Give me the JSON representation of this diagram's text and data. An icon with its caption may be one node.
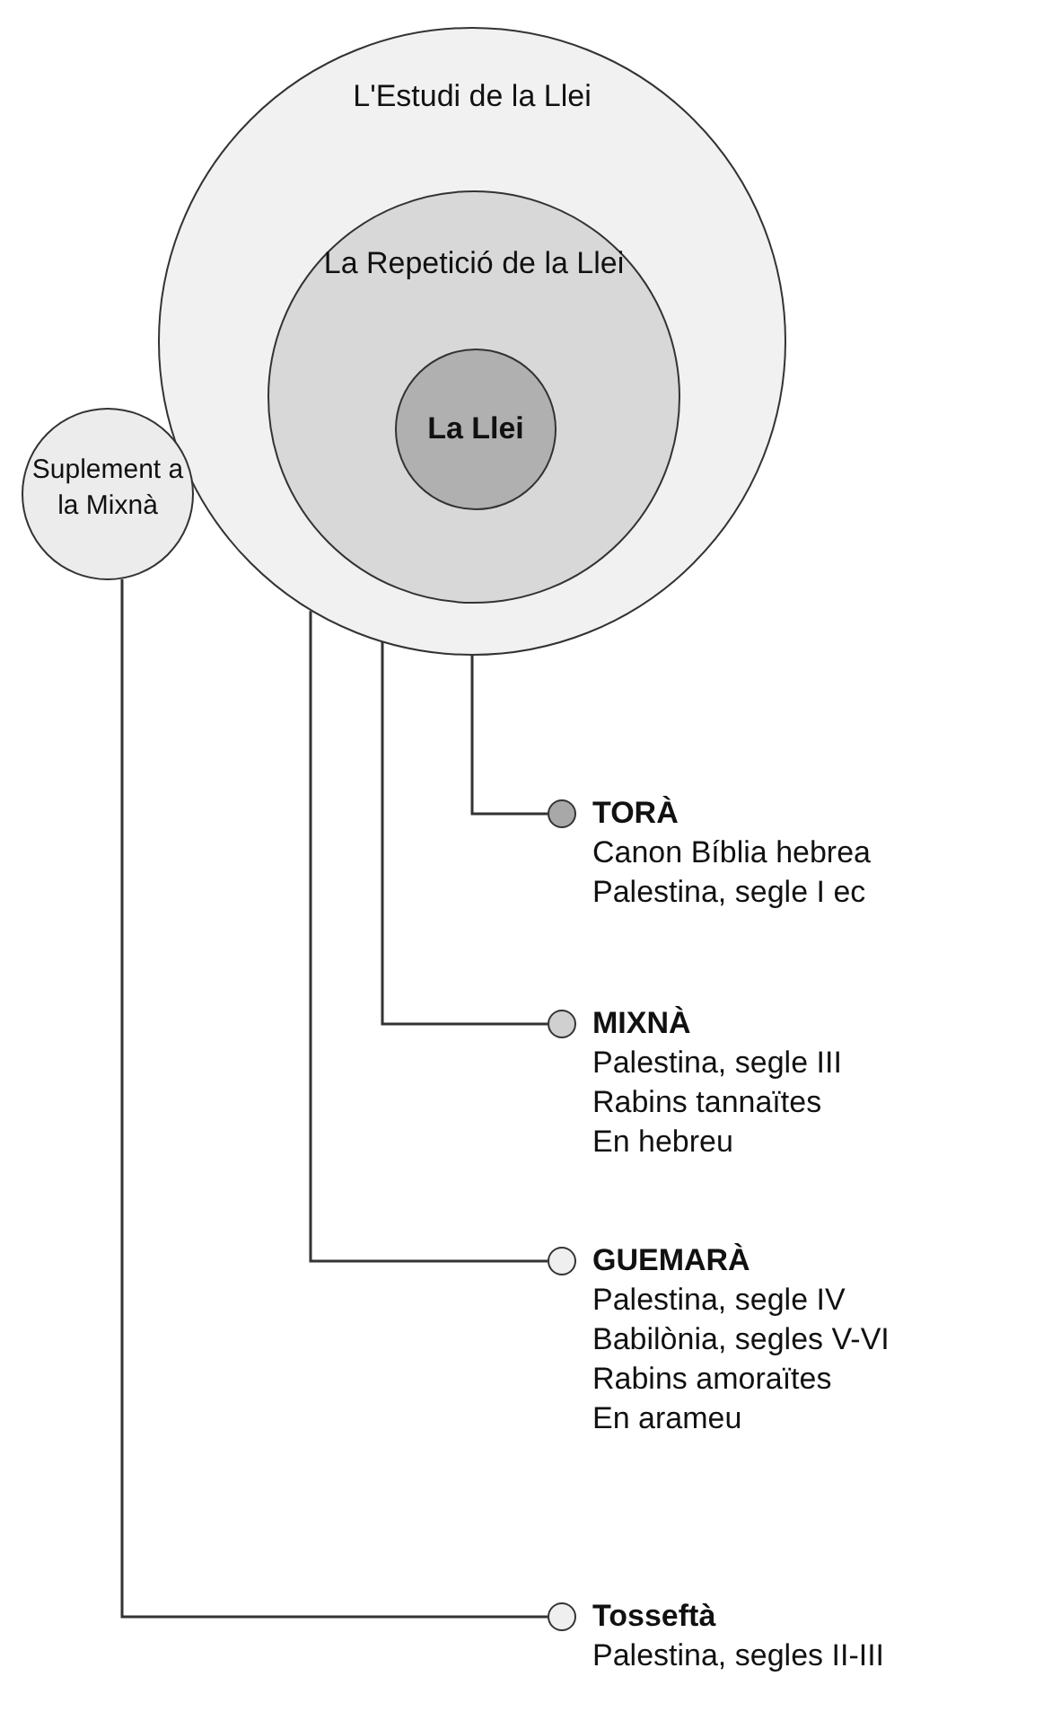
{
  "diagram": {
    "nodes": [
      {
        "text": [
          "L'Estudi de la Llei"
        ]
      },
      {
        "text": [
          "La Repetició de la Llei"
        ],
        "in": 0
      },
      {
        "text": [
          "La Llei"
        ],
        "in": 1
      },
      {
        "text": [
          "Suplement a la Mixnà"
        ]
      },
      {
        "text": [],
        "shape": "circle",
        "beside": [
          "TORÀ",
          "Canon Bíblia hebrea",
          "Palestina, segle I ec"
        ]
      },
      {
        "text": [],
        "shape": "circle",
        "beside": [
          "MIXNÀ",
          "Palestina, segle III",
          "Rabins tannaïtes",
          "En hebreu"
        ]
      },
      {
        "text": [],
        "shape": "circle",
        "beside": [
          "GUEMARÀ",
          "Palestina, segle IV",
          "Babilònia, segles V-VI",
          "Rabins amoraïtes",
          "En arameu"
        ]
      },
      {
        "text": [],
        "shape": "circle",
        "beside": [
          "Tosseftà",
          "Palestina, segles II-III"
        ]
      }
    ],
    "edges": [
      {
        "from": 2,
        "to": 4,
        "arrow": "none"
      },
      {
        "from": 1,
        "to": 5,
        "arrow": "none"
      },
      {
        "from": 0,
        "to": 6,
        "arrow": "none"
      },
      {
        "from": 3,
        "to": 7,
        "arrow": "none"
      }
    ]
  }
}
